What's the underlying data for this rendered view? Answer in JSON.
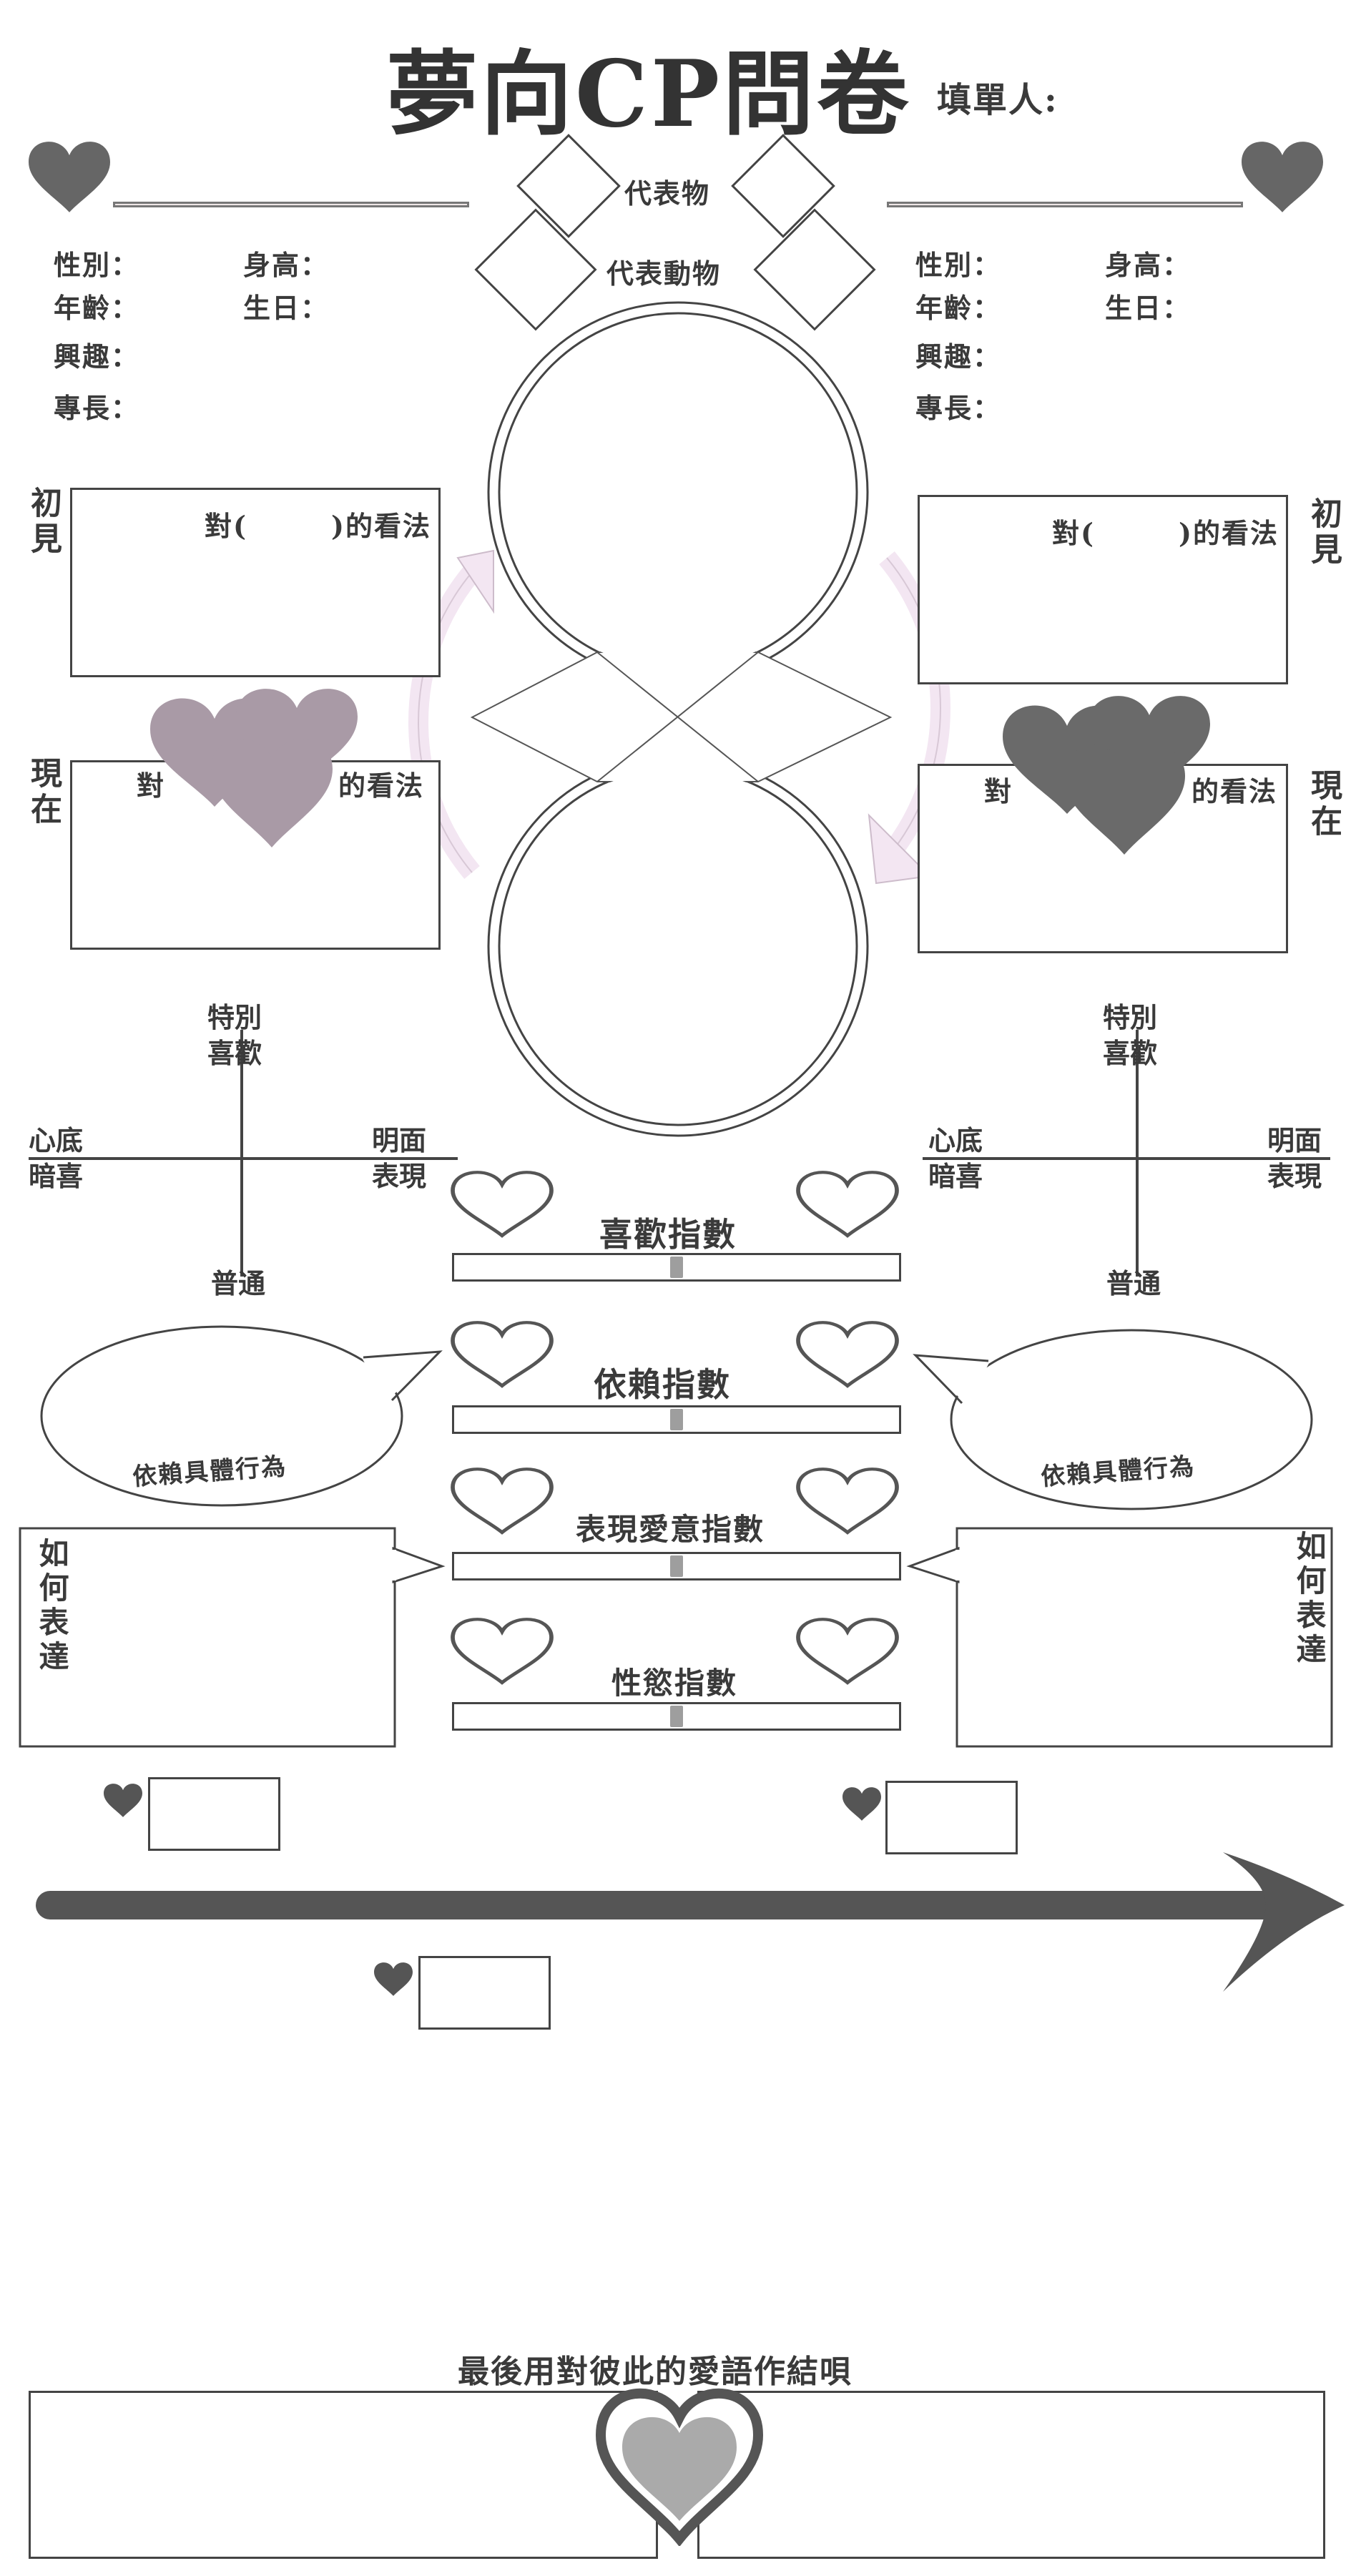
{
  "header": {
    "title": "夢向CP問卷",
    "filler_label": "填單人:"
  },
  "symbols": {
    "item_label": "代表物",
    "animal_label": "代表動物"
  },
  "profile": {
    "gender": "性別：",
    "height": "身高：",
    "age": "年齡：",
    "birthday": "生日：",
    "hobby": "興趣：",
    "specialty": "專長："
  },
  "impressions": {
    "first_meet": "初見",
    "now": "現在",
    "opinion_open": "對(",
    "opinion_close": ")的看法",
    "opinion_dui": "對",
    "opinion_suffix": "的看法"
  },
  "quadrant": {
    "top": "特別\n喜歡",
    "bottom": "普通",
    "left": "心底\n暗喜",
    "right": "明面\n表現"
  },
  "indexes": [
    {
      "label": "喜歡指數",
      "value": 0.5
    },
    {
      "label": "依賴指數",
      "value": 0.5
    },
    {
      "label": "表現愛意指數",
      "value": 0.5
    },
    {
      "label": "性慾指數",
      "value": 0.5
    }
  ],
  "behavior": {
    "dependence_label": "依賴具體行為",
    "express_label": "如何表達"
  },
  "footer": {
    "love_words_label": "最後用對彼此的愛語作結唄"
  },
  "colors": {
    "dark_heart": "#666666",
    "light_heart": "#a99aa6",
    "pink_arrow": "#f3e6f2",
    "stroke": "#444444"
  },
  "icons": [
    "heart-icon",
    "heart-outline-icon",
    "diamond-frame",
    "circle-frame",
    "arrow-icon"
  ]
}
